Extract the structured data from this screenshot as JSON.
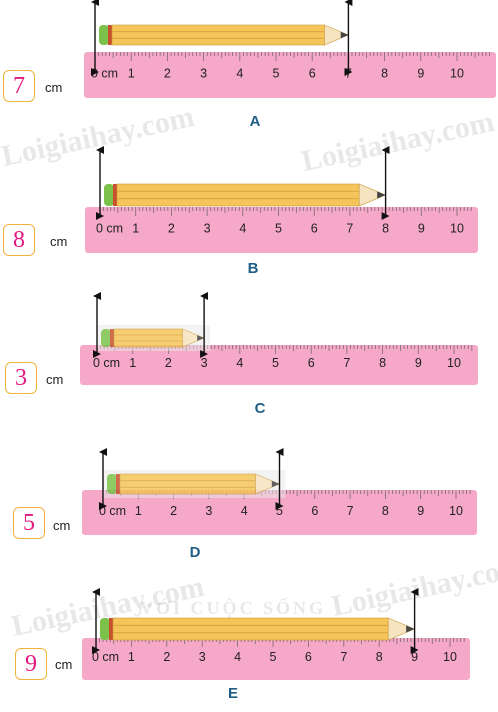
{
  "unit_label": "cm",
  "ruler_zero_label": "0 cm",
  "ruler_numbers": [
    1,
    2,
    3,
    4,
    5,
    6,
    7,
    8,
    9,
    10
  ],
  "watermarks": [
    "Loigiaihay.com",
    "VỚI CUỘC SỐNG"
  ],
  "colors": {
    "ruler": "#f5a8c8",
    "ruler_tick": "#7a6a70",
    "pencil_body": "#f6c55a",
    "eraser": "#7cc24a",
    "answer": "#e2197e",
    "box_border": "#f0b33a",
    "letter": "#1f5f86"
  },
  "exercises": [
    {
      "letter": "A",
      "answer": "7",
      "length": 7
    },
    {
      "letter": "B",
      "answer": "8",
      "length": 8
    },
    {
      "letter": "C",
      "answer": "3",
      "length": 3
    },
    {
      "letter": "D",
      "answer": "5",
      "length": 5
    },
    {
      "letter": "E",
      "answer": "9",
      "length": 9
    }
  ]
}
